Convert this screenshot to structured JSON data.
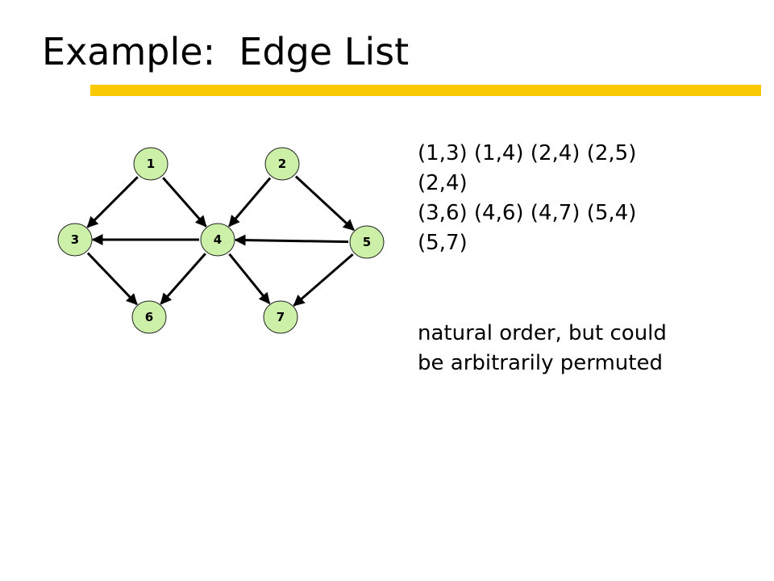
{
  "slide": {
    "title": "Example:  Edge List",
    "accent_color": "#f8c800"
  },
  "graph": {
    "node_fill": "#ccf0a8",
    "node_stroke": "#222222",
    "edge_color": "#000000",
    "nodes": [
      {
        "id": "1",
        "label": "1"
      },
      {
        "id": "2",
        "label": "2"
      },
      {
        "id": "3",
        "label": "3"
      },
      {
        "id": "4",
        "label": "4"
      },
      {
        "id": "5",
        "label": "5"
      },
      {
        "id": "6",
        "label": "6"
      },
      {
        "id": "7",
        "label": "7"
      }
    ],
    "edges": [
      {
        "from": "1",
        "to": "3"
      },
      {
        "from": "1",
        "to": "4"
      },
      {
        "from": "2",
        "to": "4"
      },
      {
        "from": "2",
        "to": "5"
      },
      {
        "from": "3",
        "to": "6"
      },
      {
        "from": "4",
        "to": "3"
      },
      {
        "from": "4",
        "to": "6"
      },
      {
        "from": "4",
        "to": "7"
      },
      {
        "from": "5",
        "to": "4"
      },
      {
        "from": "5",
        "to": "7"
      }
    ]
  },
  "edge_list": {
    "lines": [
      "(1,3) (1,4) (2,4) (2,5)",
      "(2,4)",
      "(3,6) (4,6) (4,7) (5,4)",
      "(5,7)"
    ]
  },
  "note": {
    "lines": [
      "natural order, but could",
      "be arbitrarily permuted"
    ]
  }
}
